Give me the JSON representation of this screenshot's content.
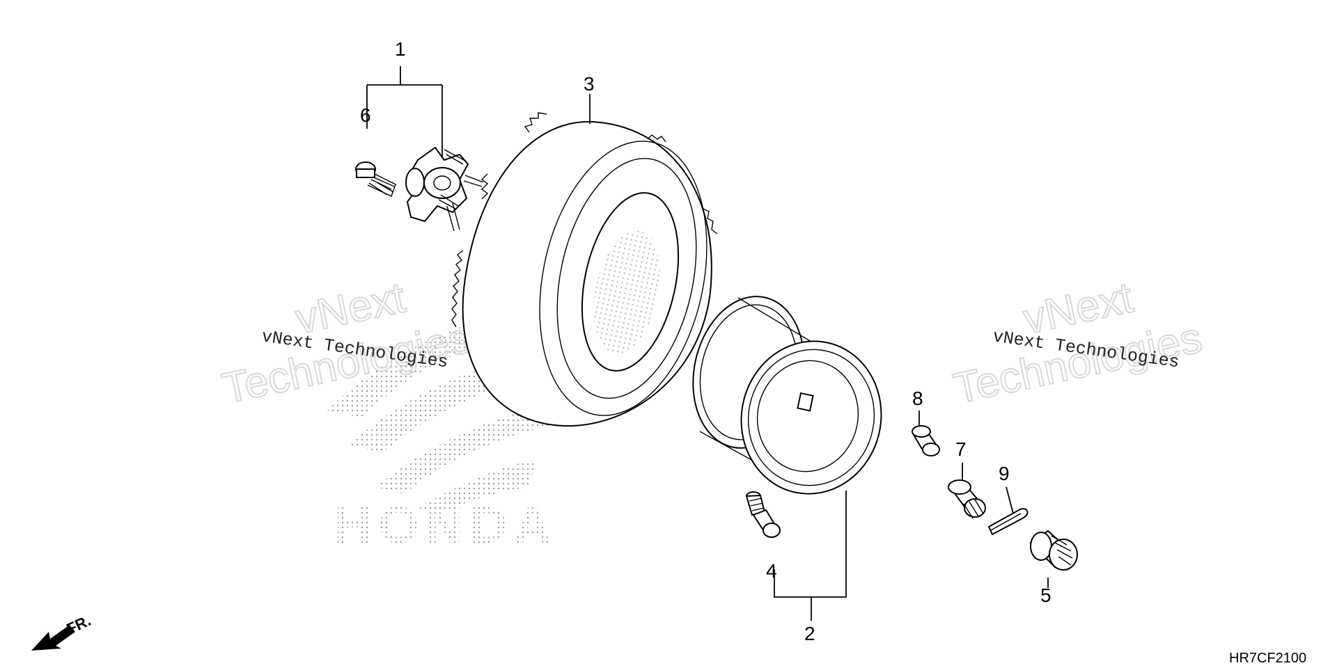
{
  "diagram": {
    "callouts": {
      "c1": "1",
      "c2": "2",
      "c3": "3",
      "c4": "4",
      "c5": "5",
      "c6": "6",
      "c7": "7",
      "c8": "8",
      "c9": "9"
    },
    "watermarks": {
      "left_small": "vNext Technologies",
      "left_big_top": "vNext",
      "left_big_bottom": "Technologies",
      "right_small": "vNext Technologies",
      "right_big_top": "vNext",
      "right_big_bottom": "Technologies"
    },
    "brand_mark": "HONDA",
    "front_indicator": "FR.",
    "diagram_code": "HR7CF2100",
    "colors": {
      "line": "#000000",
      "brand_dots": "#9a9a9a",
      "watermark_outline": "#d8d8d8"
    }
  }
}
